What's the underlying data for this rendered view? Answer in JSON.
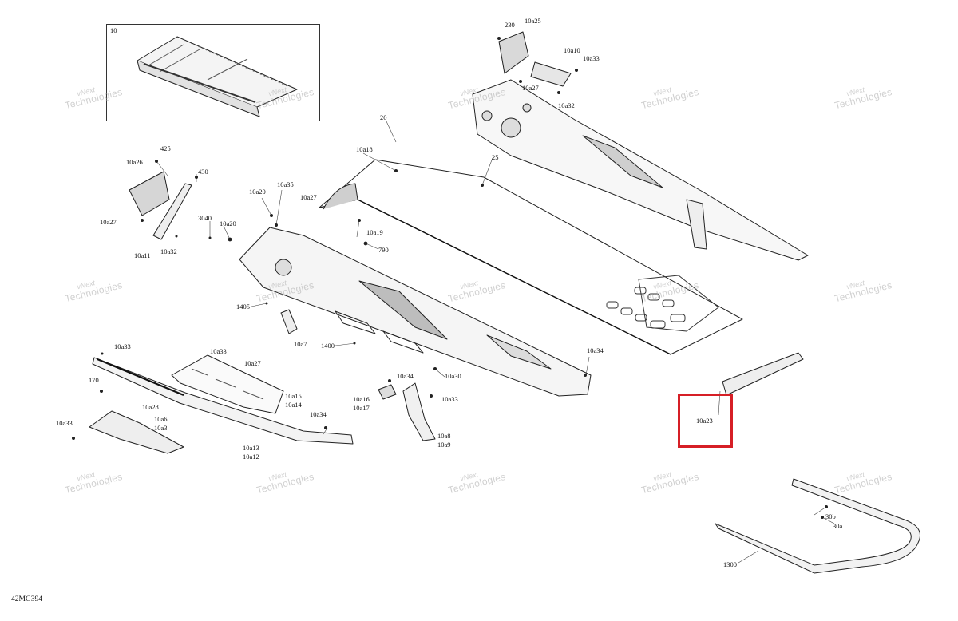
{
  "diagram_code": "42MG394",
  "watermark": {
    "line1": "vNext",
    "line2": "Technologies"
  },
  "highlight_color": "#d61f26",
  "labels": {
    "l10": "10",
    "l230": "230",
    "l10a25": "10a25",
    "l10a10": "10a10",
    "l10a33_top": "10a33",
    "l10a27_top": "10a27",
    "l10a32_top": "10a32",
    "l20": "20",
    "l10a18": "10a18",
    "l25": "25",
    "l425": "425",
    "l10a26": "10a26",
    "l430": "430",
    "l10a27_left": "10a27",
    "l10a11": "10a11",
    "l10a32_left": "10a32",
    "l3040": "3040",
    "l10a20_a": "10a20",
    "l10a20_b": "10a20",
    "l10a35": "10a35",
    "l10a27_mid": "10a27",
    "l10a19": "10a19",
    "l790": "790",
    "l1405": "1405",
    "l10a7": "10a7",
    "l1400": "1400",
    "l10a34_right": "10a34",
    "l10a30": "10a30",
    "l10a34_mid": "10a34",
    "l10a16": "10a16",
    "l10a17": "10a17",
    "l10a33_mid": "10a33",
    "l10a8": "10a8",
    "l10a9": "10a9",
    "l10a33_left": "10a33",
    "l10a33_bl": "10a33",
    "l10a27_bl": "10a27",
    "l170": "170",
    "l10a15": "10a15",
    "l10a14": "10a14",
    "l10a34_bl": "10a34",
    "l10a28": "10a28",
    "l10a6": "10a6",
    "l10a3": "10a3",
    "l10a33_far": "10a33",
    "l10a13": "10a13",
    "l10a12": "10a12",
    "l10a23": "10a23",
    "l30b": "30b",
    "l30a": "30a",
    "l1300": "1300"
  }
}
